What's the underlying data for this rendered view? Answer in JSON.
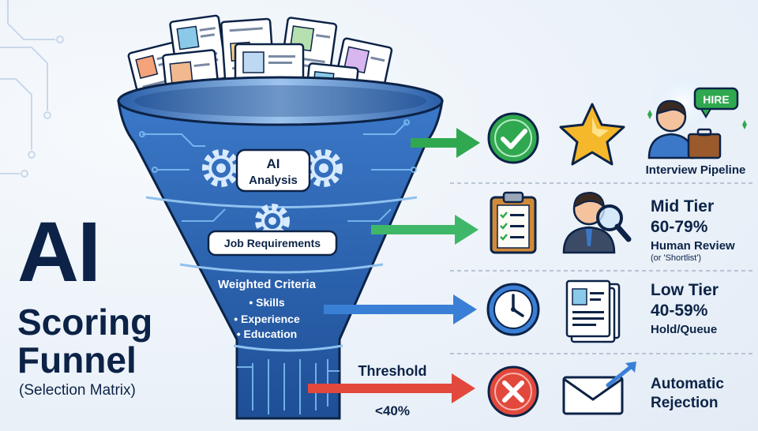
{
  "title": {
    "main": "AI",
    "line2": "Scoring",
    "line3": "Funnel",
    "subtitle": "(Selection Matrix)"
  },
  "funnel": {
    "analysis_line1": "AI",
    "analysis_line2": "Analysis",
    "requirements": "Job Requirements",
    "criteria_title": "Weighted Criteria",
    "criteria": [
      "• Skills",
      "• Experience",
      "• Education"
    ]
  },
  "tiers": {
    "top": {
      "badge_label": "HIRE",
      "label": "Interview Pipeline"
    },
    "mid": {
      "name": "Mid Tier",
      "range": "60-79%",
      "action": "Human Review",
      "note": "(or 'Shortlist')"
    },
    "low": {
      "name": "Low Tier",
      "range": "40-59%",
      "action": "Hold/Queue"
    },
    "reject": {
      "threshold_label": "Threshold",
      "threshold_value": "<40%",
      "line1": "Automatic",
      "line2": "Rejection"
    }
  },
  "colors": {
    "navy": "#0c2347",
    "funnel_blue": "#2f66b3",
    "green": "#2fa84f",
    "blue_arrow": "#3a7fd6",
    "red": "#e2483c",
    "gold": "#f5b82a"
  },
  "icons": [
    "check-circle-icon",
    "star-icon",
    "hire-person-icon",
    "clipboard-icon",
    "reviewer-magnifier-icon",
    "clock-icon",
    "resume-stack-icon",
    "envelope-arrow-icon",
    "reject-x-icon"
  ]
}
